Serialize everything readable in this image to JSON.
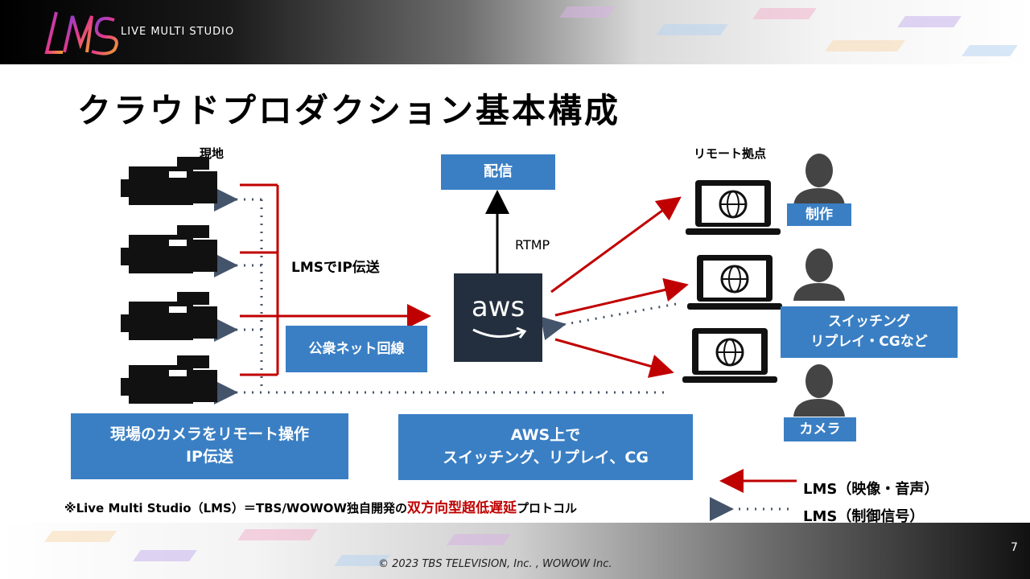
{
  "header": {
    "brand_text": "LIVE MULTI STUDIO",
    "brand_mark": "LMS"
  },
  "slide": {
    "title": "クラウドプロダクション基本構成",
    "page_number": "7",
    "copyright": "© 2023 TBS TELEVISION, Inc. , WOWOW Inc."
  },
  "diagram": {
    "site_label": "現地",
    "remote_label": "リモート拠点",
    "distribution_label": "配信",
    "rtmp_label": "RTMP",
    "ip_transfer_label": "LMSでIP伝送",
    "public_net_label": "公衆ネット回線",
    "aws_logo_text": "aws",
    "camera_remote_op": "現場のカメラをリモート操作\nIP伝送",
    "aws_switching": "AWS上で\nスイッチング、リプレイ、CG",
    "role_production": "制作",
    "role_switching": "スイッチング\nリプレイ・CGなど",
    "role_camera": "カメラ"
  },
  "note": {
    "prefix": "※Live Multi Studio（LMS）＝TBS/WOWOW独自開発の",
    "highlight": "双方向型超低遅延",
    "suffix": "プロトコル"
  },
  "legend": {
    "solid_label": "LMS（映像・音声）",
    "dotted_label": "LMS（制御信号）"
  },
  "colors": {
    "accent_blue": "#3a7fc4",
    "signal_red": "#c00000",
    "control_dots": "#44546a",
    "aws_dark": "#232f3e"
  }
}
